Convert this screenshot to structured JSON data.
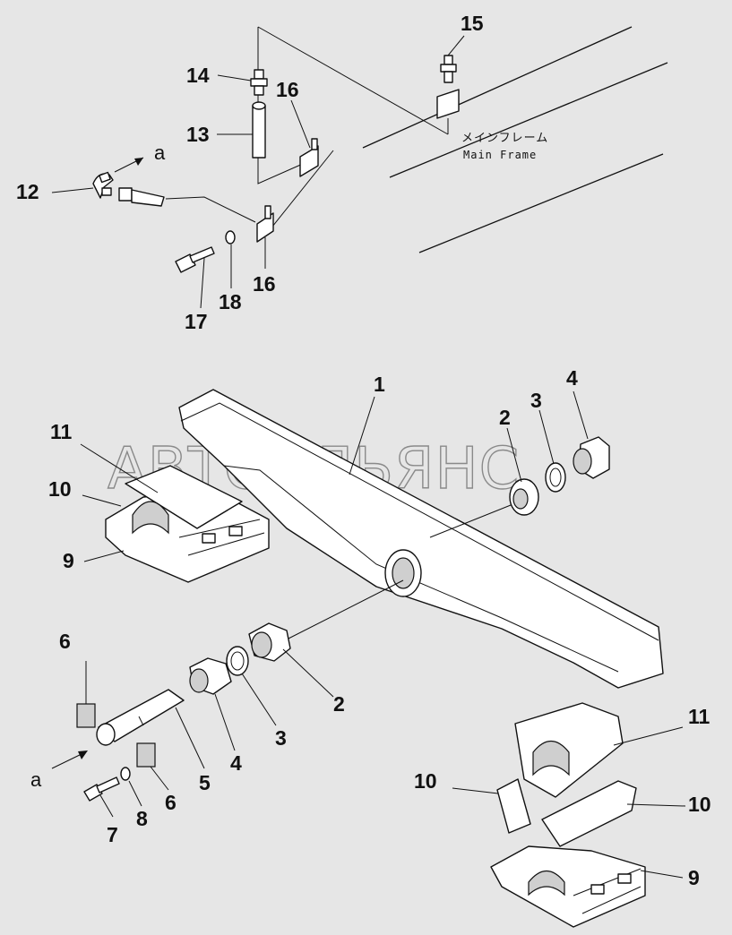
{
  "watermark": "АВТОАЛЬЯНС",
  "main_frame_label_jp": "メインフレーム",
  "main_frame_label_en": "Main Frame",
  "view_marker": "a",
  "callouts": {
    "p1": "1",
    "p2a": "2",
    "p2b": "2",
    "p3a": "3",
    "p3b": "3",
    "p4a": "4",
    "p4b": "4",
    "p5": "5",
    "p6a": "6",
    "p6b": "6",
    "p7": "7",
    "p8": "8",
    "p9a": "9",
    "p9b": "9",
    "p10a": "10",
    "p10b": "10",
    "p10c": "10",
    "p11a": "11",
    "p11b": "11",
    "p12": "12",
    "p13": "13",
    "p14": "14",
    "p15": "15",
    "p16a": "16",
    "p16b": "16",
    "p17": "17",
    "p18": "18"
  },
  "colors": {
    "background": "#e6e6e6",
    "ink": "#111111",
    "watermark": "#8a8a8a"
  }
}
